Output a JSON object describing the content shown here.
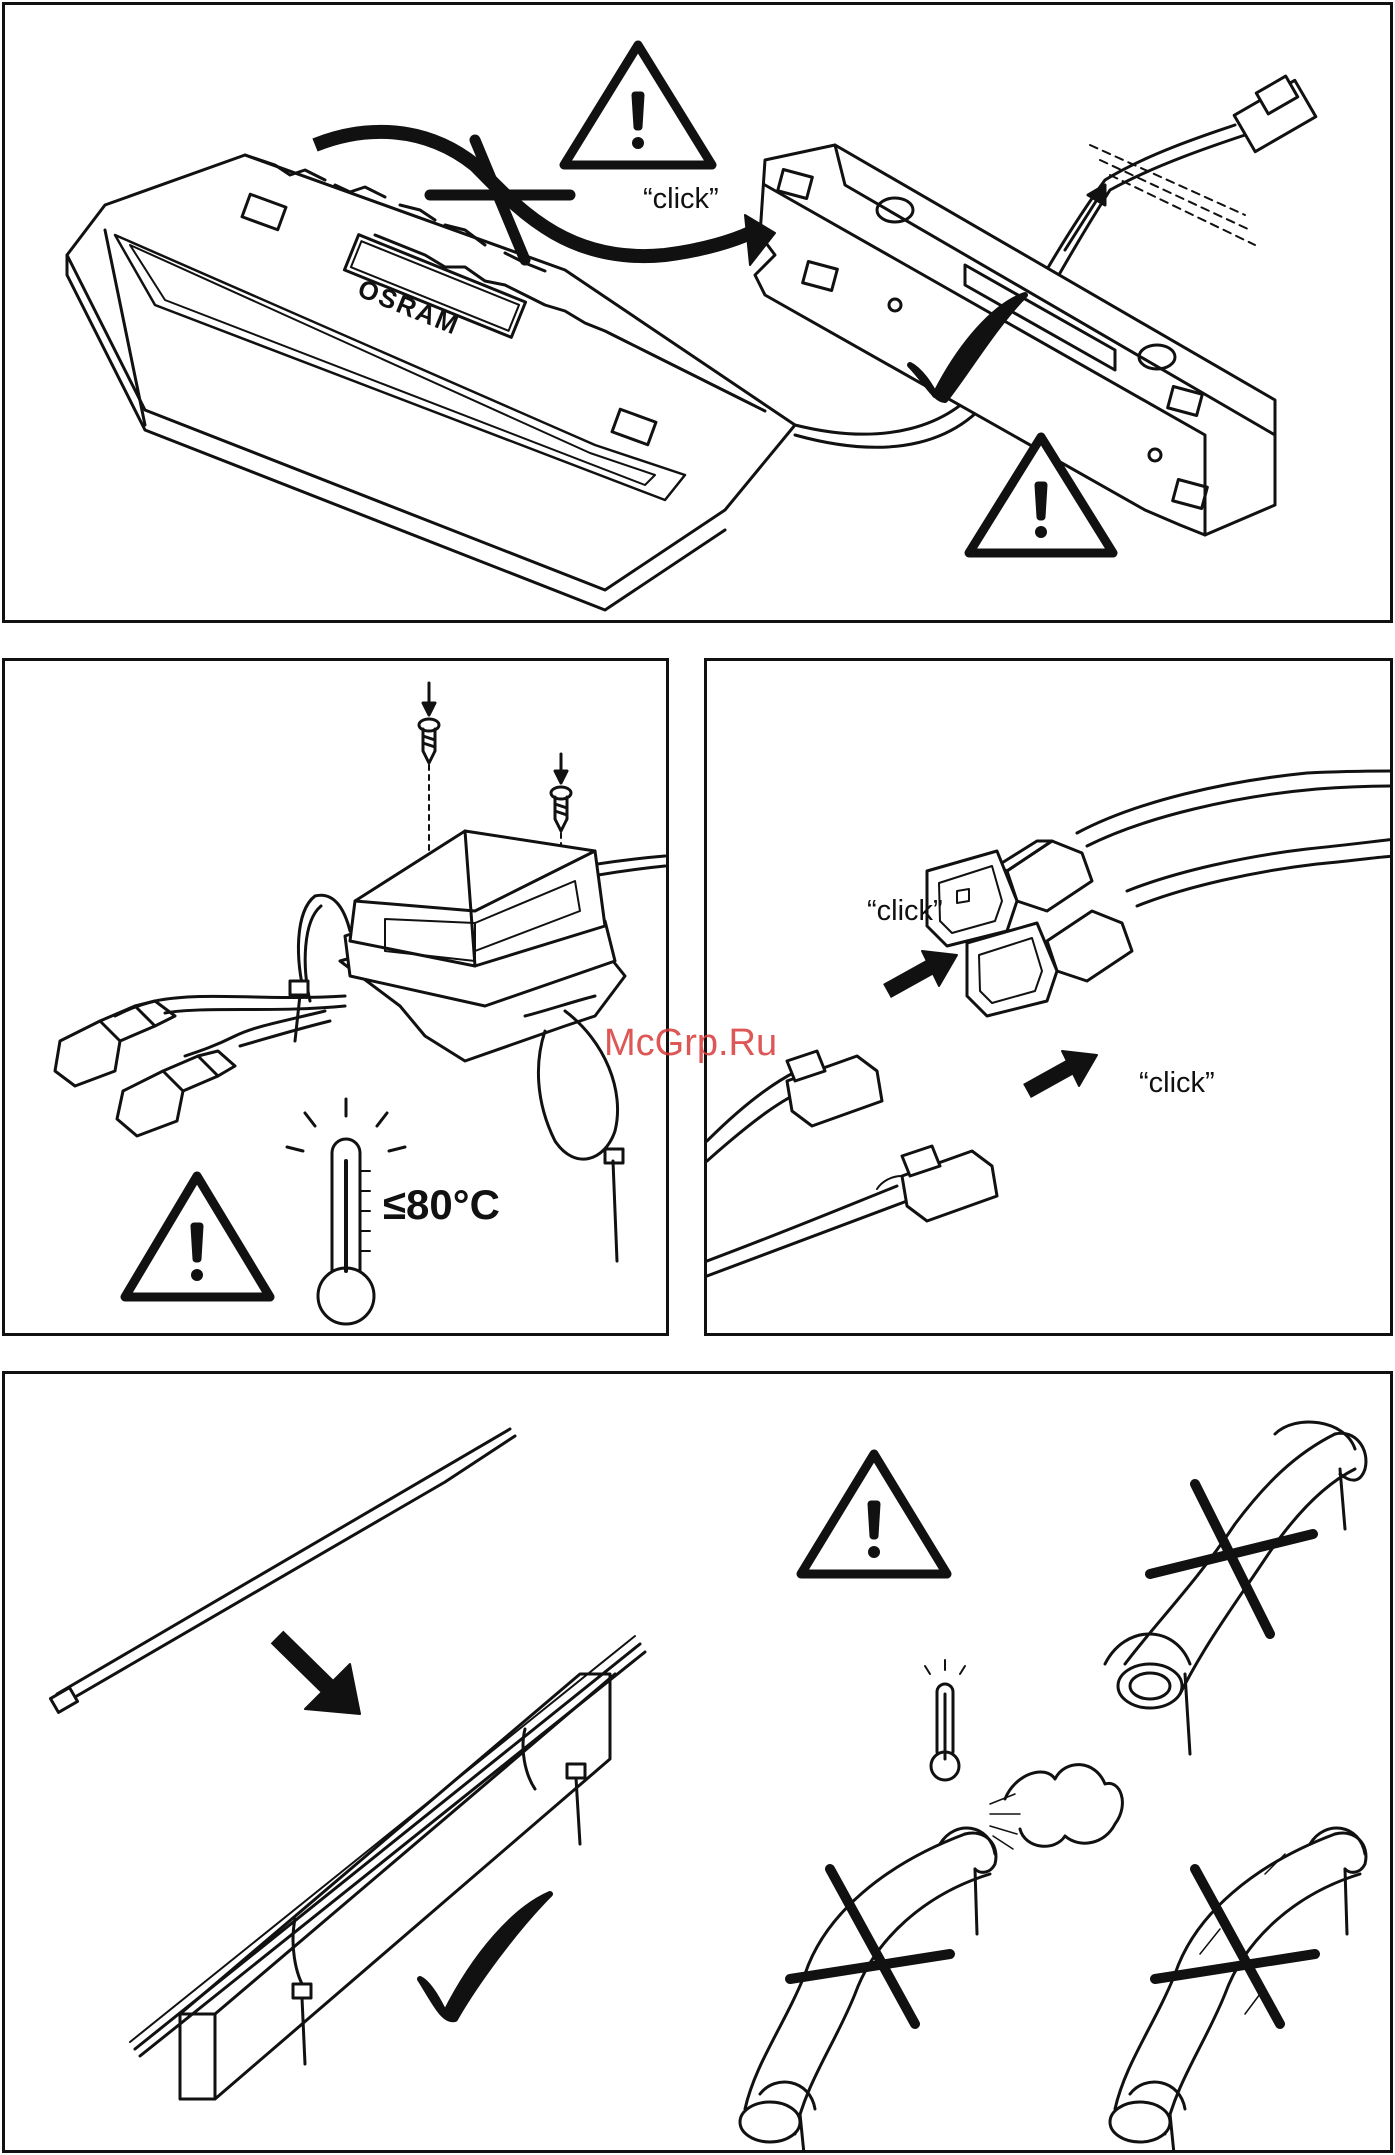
{
  "panel1": {
    "brand_label": "OSRAM",
    "click_label": "“click”"
  },
  "panel2": {
    "temperature_label": "≤80°C"
  },
  "panel3": {
    "click_label_top": "“click”",
    "click_label_bottom": "“click”"
  },
  "watermark": "McGrp.Ru",
  "colors": {
    "line": "#111111",
    "background": "#ffffff",
    "watermark": "#d83a3a"
  },
  "icons": [
    "warning-icon",
    "check-icon",
    "cross-icon",
    "thermometer-icon",
    "arrow-icon",
    "screw-icon",
    "cable-tie-icon",
    "connector-icon"
  ]
}
